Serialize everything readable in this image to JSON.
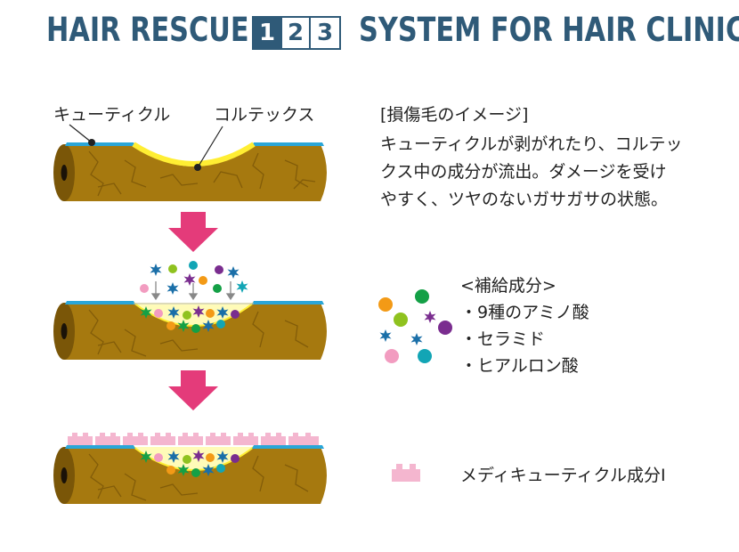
{
  "header": {
    "left_title": "HAIR RESCUE",
    "steps": [
      "1",
      "2",
      "3"
    ],
    "right_title": "SYSTEM FOR HAIR CLINIC"
  },
  "diagram": {
    "label_cuticle": "キューティクル",
    "label_cortex": "コルテックス",
    "damaged": {
      "heading": "[損傷毛のイメージ]",
      "lines": [
        "キューティクルが剥がれたり、コルテッ",
        "クス中の成分が流出。ダメージを受け",
        "やすく、ツヤのないガサガサの状態。"
      ]
    },
    "supplement": {
      "heading": "<補給成分>",
      "items": [
        "・9種のアミノ酸",
        "・セラミド",
        "・ヒアルロン酸"
      ]
    },
    "medi_label": "メディキューティクル成分Ⅰ"
  },
  "colors": {
    "brand": "#2f5a78",
    "hair": "#a6790f",
    "hair_dark": "#7a5608",
    "cuticle": "#2aa6d8",
    "cortex": "#ffee33",
    "fill": "#fffbb8",
    "arrow": "#e43b7a",
    "medi": "#f4b6cf",
    "dot_orange": "#f39a16",
    "dot_green": "#14a046",
    "dot_lime": "#8fc21f",
    "dot_purple": "#7a2d8f",
    "dot_pink": "#f29cc0",
    "dot_teal": "#12a5b5",
    "dot_blue": "#1a6fa8"
  }
}
